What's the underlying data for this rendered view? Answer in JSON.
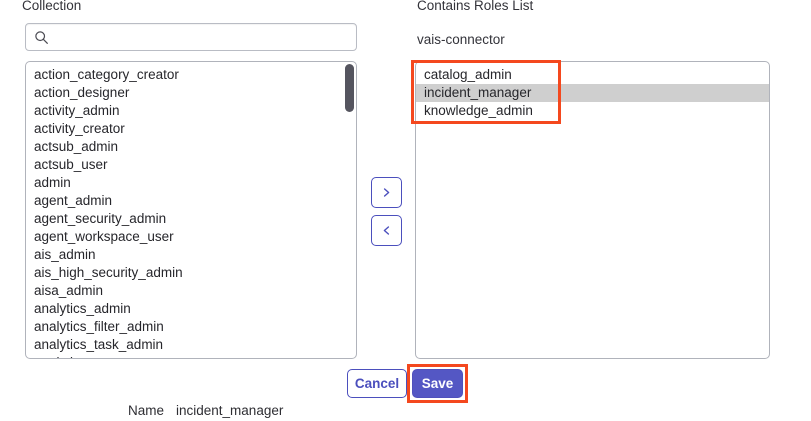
{
  "left_panel": {
    "label": "Collection",
    "search": {
      "value": "",
      "placeholder": "",
      "icon": "search-icon"
    },
    "items": [
      "action_category_creator",
      "action_designer",
      "activity_admin",
      "activity_creator",
      "actsub_admin",
      "actsub_user",
      "admin",
      "agent_admin",
      "agent_security_admin",
      "agent_workspace_user",
      "ais_admin",
      "ais_high_security_admin",
      "aisa_admin",
      "analytics_admin",
      "analytics_filter_admin",
      "analytics_task_admin",
      "analytics_user"
    ],
    "scrollbar": {
      "thumb_color": "#55555f"
    }
  },
  "transfer": {
    "add_label": "add-to-roles",
    "remove_label": "remove-from-roles",
    "add_icon": "chevron-right-icon",
    "remove_icon": "chevron-left-icon",
    "accent_color": "#4b4fbd"
  },
  "right_panel": {
    "label": "Contains Roles List",
    "subtitle": "vais-connector",
    "items": [
      {
        "label": "catalog_admin",
        "selected": false
      },
      {
        "label": "incident_manager",
        "selected": true
      },
      {
        "label": "knowledge_admin",
        "selected": false
      }
    ],
    "selection_color": "#cfcfcf"
  },
  "actions": {
    "cancel_label": "Cancel",
    "save_label": "Save",
    "save_bg_color": "#5457c4",
    "cancel_text_color": "#4b4fbd"
  },
  "footer": {
    "name_key": "Name",
    "name_value": "incident_manager"
  },
  "annotations": {
    "color": "#f4481e",
    "roles_box_name": "roles-list-highlight",
    "save_box_name": "save-button-highlight"
  }
}
